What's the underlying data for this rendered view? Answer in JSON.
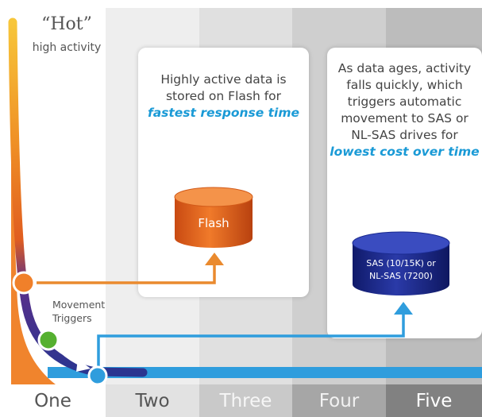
{
  "hot": {
    "title": "“Hot”",
    "subtitle": "high activity"
  },
  "flash_card": {
    "line1": "Highly active data is",
    "line2": "stored on Flash for",
    "accent": "fastest response time"
  },
  "sas_card": {
    "line1": "As data ages, activity",
    "line2": "falls quickly, which",
    "line3": "triggers  automatic",
    "line4": "movement to SAS or",
    "line5": "NL-SAS drives for",
    "accent": "lowest cost over time"
  },
  "flash_cylinder": {
    "label": "Flash",
    "color": "#e8611a"
  },
  "sas_cylinder": {
    "line1": "SAS (10/15K) or",
    "line2": "NL-SAS (7200)",
    "color": "#1a2a8f"
  },
  "movement": {
    "line1": "Movement",
    "line2": "Triggers"
  },
  "stages": [
    "One",
    "Two",
    "Three",
    "Four",
    "Five"
  ],
  "colors": {
    "orange_path": "#ea8a2e",
    "blue_path": "#2f9ddd",
    "dot_orange": "#f0802a",
    "dot_green": "#55b030",
    "dot_blue": "#2f9ddd",
    "curve_dark": "#2a3590"
  }
}
